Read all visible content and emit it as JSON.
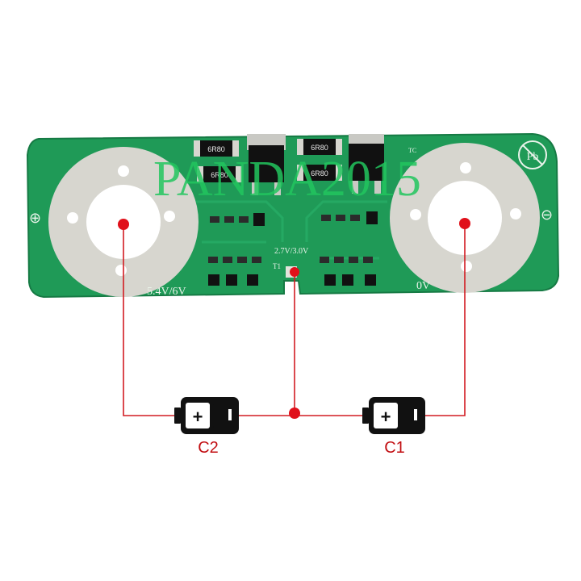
{
  "board": {
    "left_pad_label": "5.4V/6V",
    "right_pad_label": "0V",
    "center_label": "2.7V/3.0V",
    "tap_label": "T1",
    "tag": "TC",
    "plus_sign": "⊕",
    "minus_sign": "⊖",
    "pb_free_mark": "Pb",
    "resistors": [
      "6R80",
      "6R80",
      "6R80",
      "6R80"
    ]
  },
  "watermark": "PANDA2015",
  "cells": [
    {
      "label": "C2",
      "terminal_plus": "+"
    },
    {
      "label": "C1",
      "terminal_plus": "+"
    }
  ],
  "colors": {
    "pcb": "#1f9a57",
    "pcb_edge": "#167a44",
    "pad": "#d7d6cf",
    "wire": "#d21c22",
    "battery": "#111111",
    "label": "#c20e12"
  }
}
